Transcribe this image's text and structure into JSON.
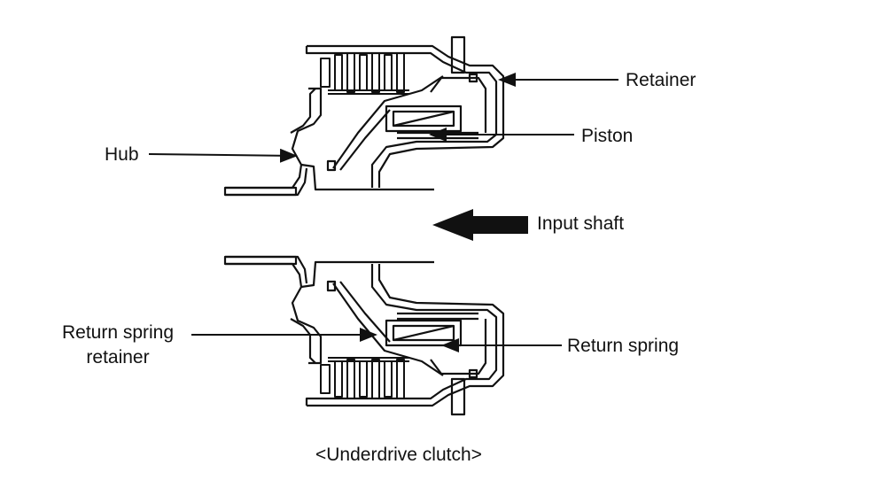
{
  "labels": {
    "retainer": "Retainer",
    "piston": "Piston",
    "hub": "Hub",
    "input_shaft": "Input shaft",
    "return_spring_retainer_line1": "Return spring",
    "return_spring_retainer_line2": "retainer",
    "return_spring": "Return spring",
    "caption": "<Underdrive clutch>"
  }
}
